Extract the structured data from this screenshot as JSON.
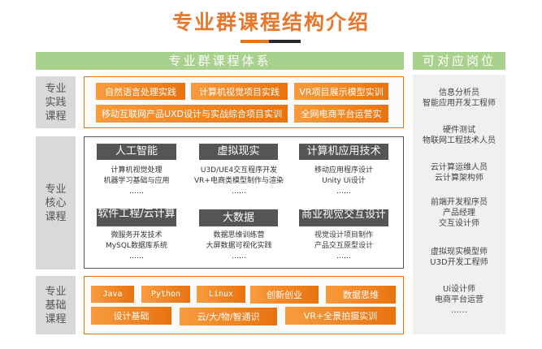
{
  "title": "专业群课程结构介绍",
  "headers": {
    "system": "专业群课程体系",
    "jobs": "可对应岗位"
  },
  "sections": {
    "practice": "专业\n实践\n课程",
    "core": "专业\n核心\n课程",
    "basic": "专业\n基础\n课程"
  },
  "practice": [
    "自然语言处理实践",
    "计算机视觉项目实践",
    "VR项目展示模型实训",
    "移动互联网产品UXD设计与实战综合项目实训",
    "全网电商平台运营实"
  ],
  "core": [
    {
      "title": "人工智能",
      "lines": [
        "计算机视觉处理",
        "机器学习基础与应用",
        "……"
      ]
    },
    {
      "title": "虚拟现实",
      "lines": [
        "U3D/UE4交互程序开发",
        "VR+电商类模型制作与渲染",
        "……"
      ]
    },
    {
      "title": "计算机应用技术",
      "lines": [
        "移动应用程序设计",
        "Unity Ui设计",
        "……"
      ]
    },
    {
      "title": "软件工程/云计算",
      "lines": [
        "微服务开发技术",
        "MySQL数据库系统",
        "……"
      ]
    },
    {
      "title": "大数据",
      "lines": [
        "数据思维训练营",
        "大屏数据可视化实践",
        "……"
      ]
    },
    {
      "title": "商业视觉交互设计",
      "lines": [
        "视觉设计项目制作",
        "产品交互原型设计",
        "……"
      ]
    }
  ],
  "basic": [
    "Java",
    "Python",
    "Linux",
    "创新创业",
    "数据思维",
    "设计基础",
    "云/大/物/智通识",
    "VR+全景拍摄实训"
  ],
  "jobs": [
    [
      "信息分析员",
      "智能应用开发工程师"
    ],
    [
      "硬件测试",
      "物联网工程技术人员"
    ],
    [
      "云计算运维人员",
      "云计算架构师"
    ],
    [
      "前端开发程序员",
      "产品经理",
      "交互设计师"
    ],
    [
      "虚拟现实模型师",
      "U3D开发工程师"
    ],
    [
      "Ui设计师",
      "电商平台运营",
      "……"
    ]
  ]
}
